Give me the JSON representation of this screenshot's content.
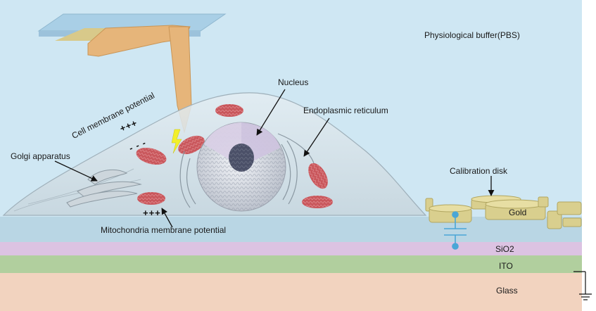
{
  "labels": {
    "buffer": "Physiological buffer(PBS)",
    "nucleus": "Nucleus",
    "er": "Endoplasmic reticulum",
    "cell_membrane": "Cell membrane potential",
    "golgi": "Golgi apparatus",
    "mito": "Mitochondria membrane potential",
    "calibration": "Calibration disk",
    "gold": "Gold",
    "sio2": "SiO2",
    "ito": "ITO",
    "glass": "Glass"
  },
  "signs": {
    "membrane_plus": "+++",
    "membrane_minus": "- - -",
    "mito_plus": "+++"
  },
  "colors": {
    "buffer": "#cfe7f3",
    "gold_layer_top": "#b9d6e4",
    "sio2": "#dcc3e2",
    "ito": "#b1cf9e",
    "glass": "#f2d3bf",
    "cantilever": "#e6b57a",
    "mitochondria": "#c9575c",
    "disk": "#d9cf8e",
    "capacitor": "#4aa6d6",
    "spark": "#f2ef2a"
  },
  "icons": {
    "ground": "ground-icon",
    "capacitor": "capacitor-icon",
    "spark": "lightning-icon"
  }
}
